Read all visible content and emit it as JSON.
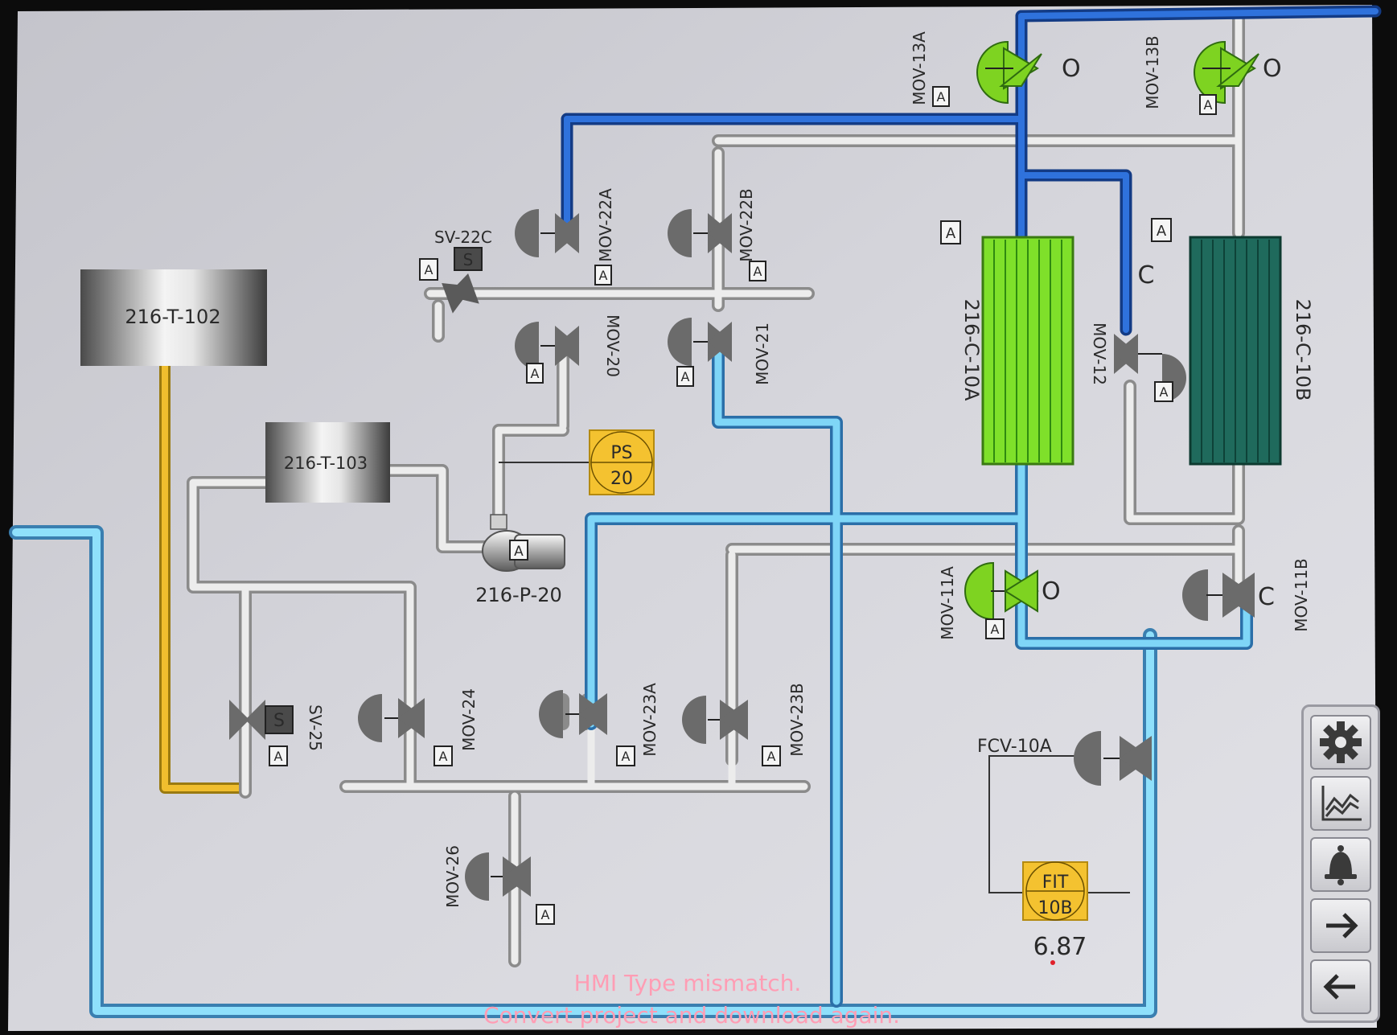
{
  "tanks": {
    "t102": "216-T-102",
    "t103": "216-T-103"
  },
  "pump": {
    "tag": "216-P-20",
    "mode": "A"
  },
  "mode_letter": "A",
  "indicators": {
    "ps": {
      "line1": "PS",
      "line2": "20"
    },
    "fit": {
      "line1": "FIT",
      "line2": "10B",
      "value": "6.87"
    }
  },
  "exchangers": {
    "a": "216-C-10A",
    "b": "216-C-10B"
  },
  "valves": {
    "mov13a": {
      "tag": "MOV-13A",
      "state": "O"
    },
    "mov13b": {
      "tag": "MOV-13B",
      "state": "O"
    },
    "mov22a": {
      "tag": "MOV-22A"
    },
    "mov22b": {
      "tag": "MOV-22B"
    },
    "sv22c": {
      "tag": "SV-22C",
      "solenoid": "S"
    },
    "mov20": {
      "tag": "MOV-20"
    },
    "mov21": {
      "tag": "MOV-21"
    },
    "mov12": {
      "tag": "MOV-12",
      "state": "C"
    },
    "mov11a": {
      "tag": "MOV-11A",
      "state": "O"
    },
    "mov11b": {
      "tag": "MOV-11B",
      "state": "C"
    },
    "sv25": {
      "tag": "SV-25",
      "solenoid": "S"
    },
    "mov24": {
      "tag": "MOV-24"
    },
    "mov23a": {
      "tag": "MOV-23A"
    },
    "mov23b": {
      "tag": "MOV-23B"
    },
    "mov26": {
      "tag": "MOV-26"
    },
    "fcv10a": {
      "tag": "FCV-10A"
    }
  },
  "messages": {
    "line1": "HMI Type mismatch.",
    "line2": "Convert project and download again."
  },
  "side_buttons": [
    "gear-icon",
    "trend-icon",
    "bell-icon",
    "arrow-right-icon",
    "arrow-left-icon"
  ],
  "colors": {
    "background": "#cfcfd5",
    "water_blue": "#2ea8e0",
    "dark_blue": "#1e5fc9",
    "gray_pipe": "#d8d8d8",
    "yellow_pipe": "#e8b423",
    "valve_open": "#7ed321",
    "valve_gray": "#6b6b6b",
    "state_text": "#ff3b3b",
    "hx_a": "#7fe02a",
    "hx_b": "#1f6a5c",
    "indicator_fill": "#f4c230",
    "message_text": "#ff8fa8"
  }
}
